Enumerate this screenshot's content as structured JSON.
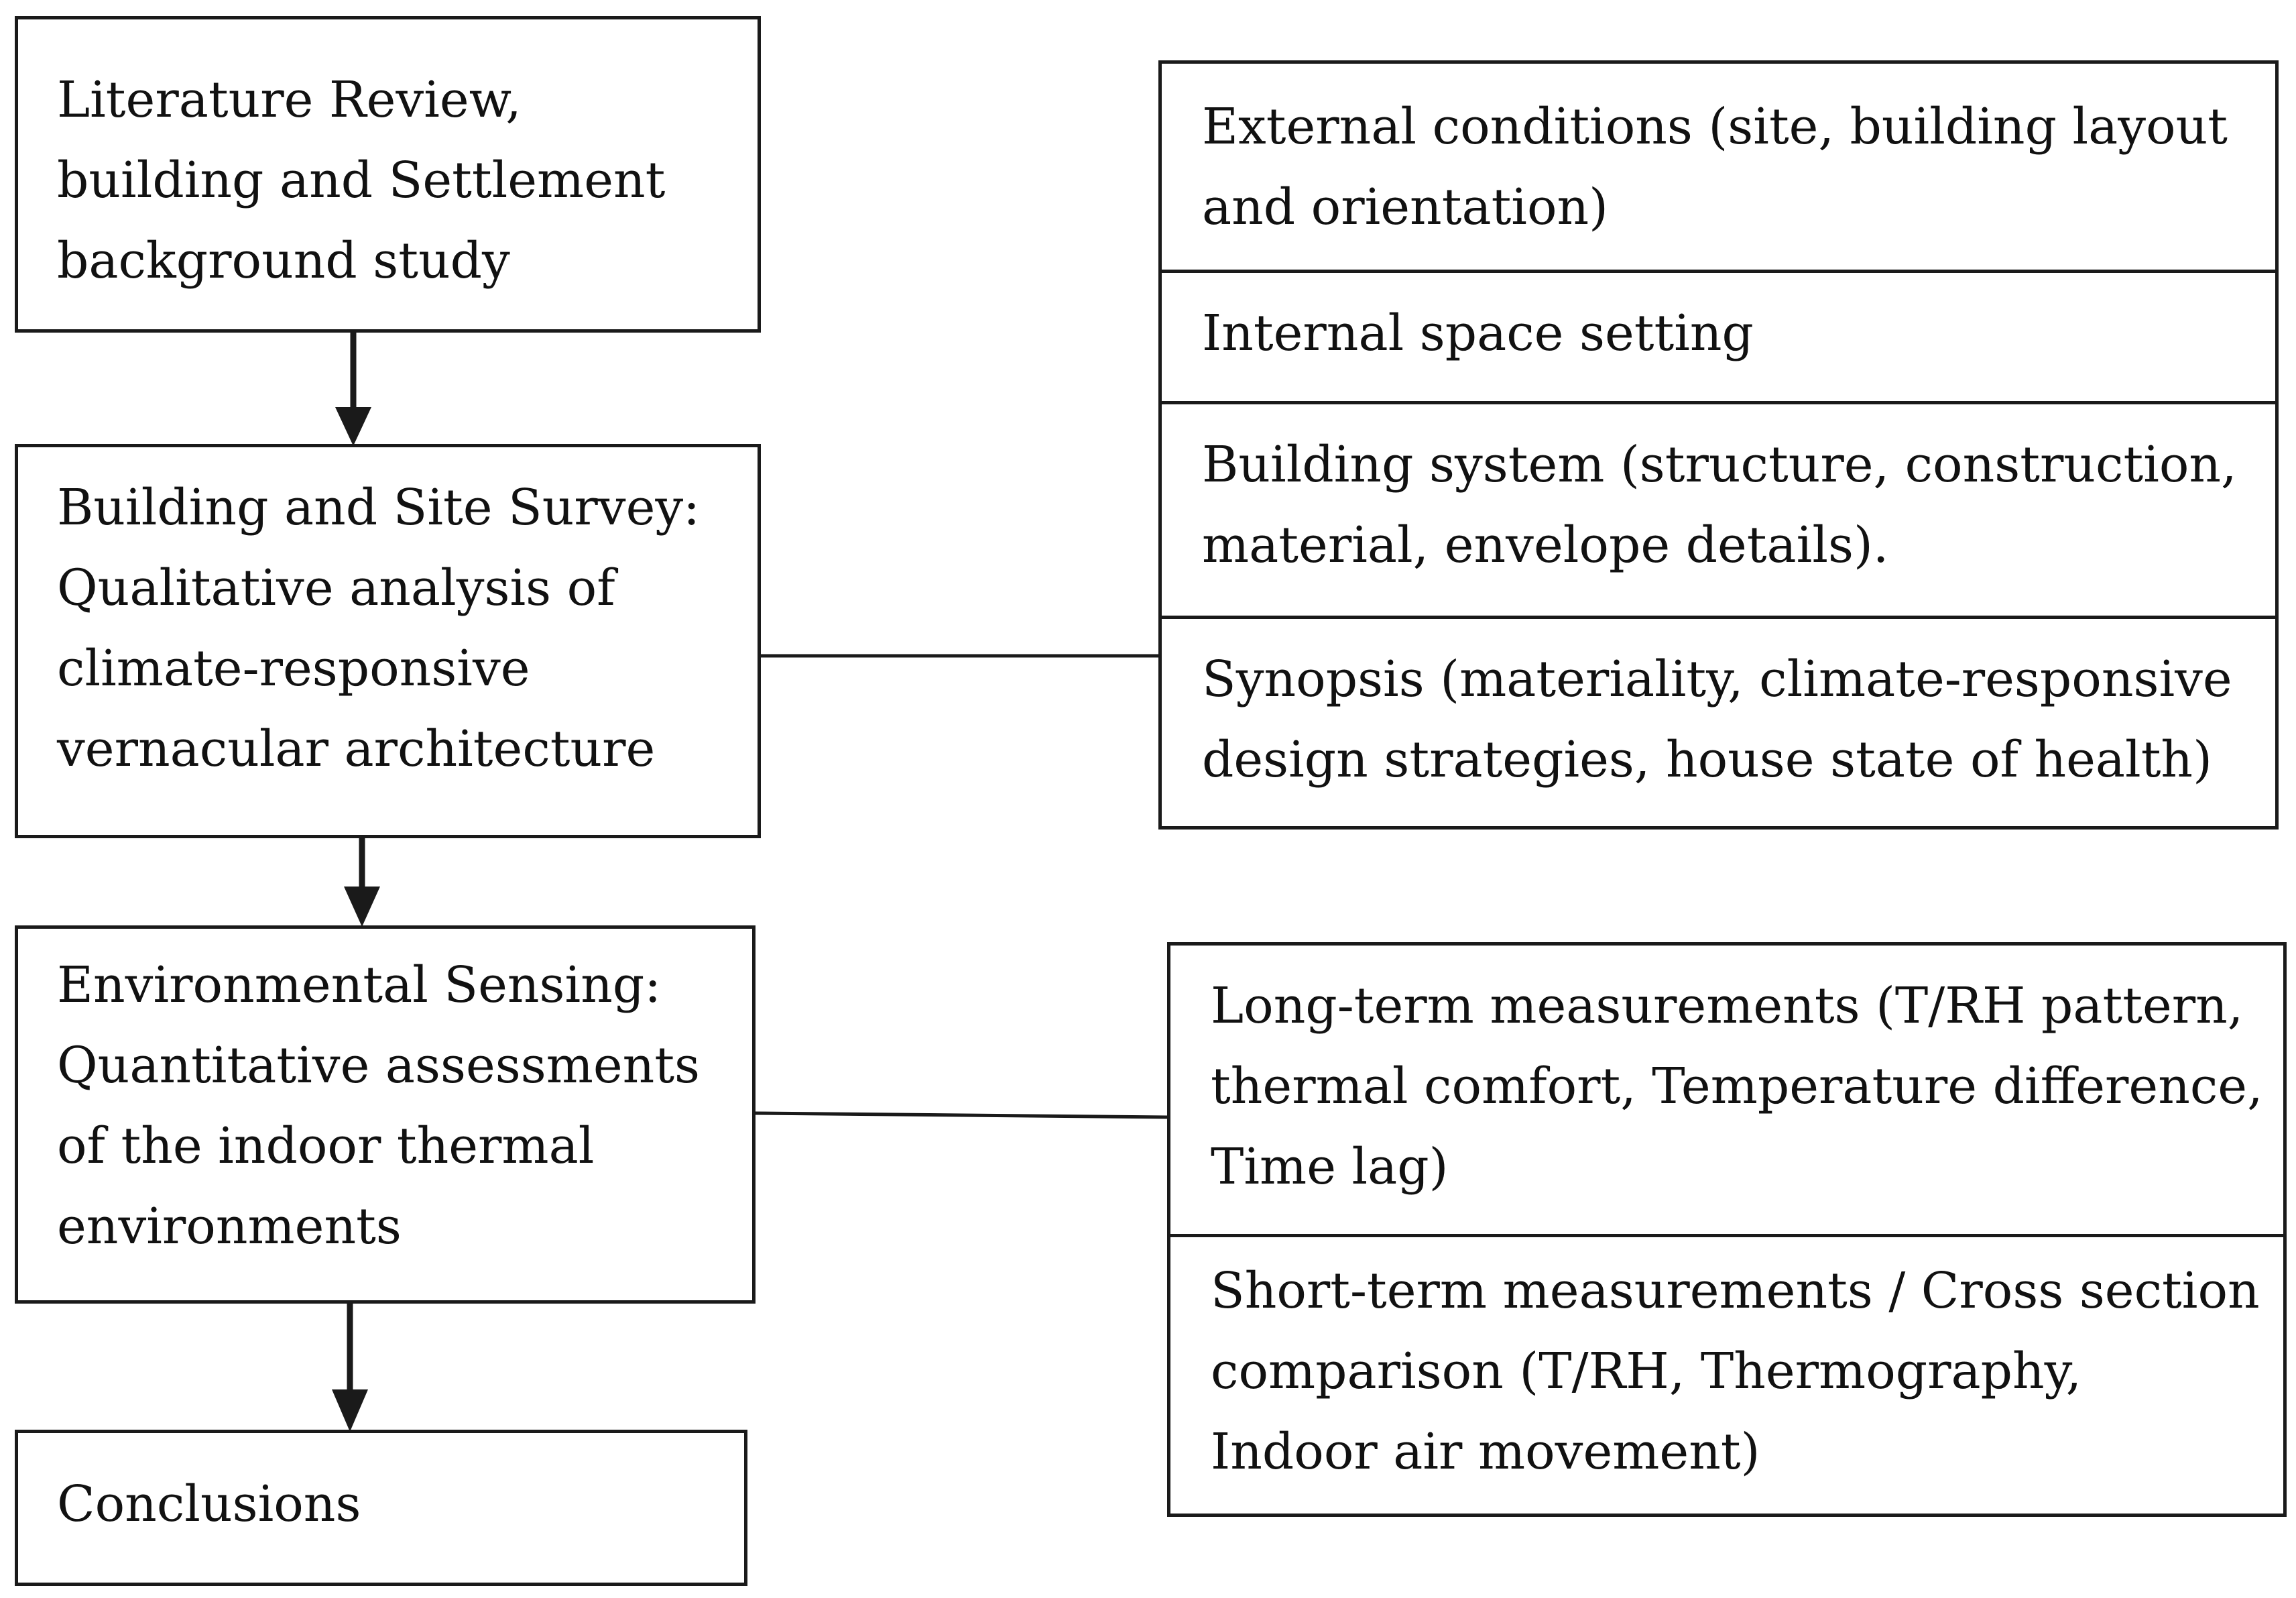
{
  "flow_steps": [
    {
      "id": "literature",
      "text": "Literature Review, building and Settlement background study"
    },
    {
      "id": "survey",
      "text": "Building and Site Survey: Qualitative analysis of climate-responsive vernacular architecture"
    },
    {
      "id": "sensing",
      "text": "Environmental Sensing: Quantitative assessments of the indoor thermal environments"
    },
    {
      "id": "conclusions",
      "text": "Conclusions"
    }
  ],
  "survey_details": [
    {
      "text": "External conditions (site, building layout and orientation)"
    },
    {
      "text": "Internal space setting"
    },
    {
      "text": "Building system (structure, construction, material, envelope details)."
    },
    {
      "text": "Synopsis (materiality, climate-responsive design strategies, house state of health)"
    }
  ],
  "sensing_details": [
    {
      "text": "Long-term measurements (T/RH pattern, thermal comfort, Temperature difference, Time lag)"
    },
    {
      "text": "Short-term measurements / Cross section comparison (T/RH, Thermography, Indoor air movement)"
    }
  ],
  "colors": {
    "line": "#1a1a1a",
    "background": "#ffffff"
  }
}
